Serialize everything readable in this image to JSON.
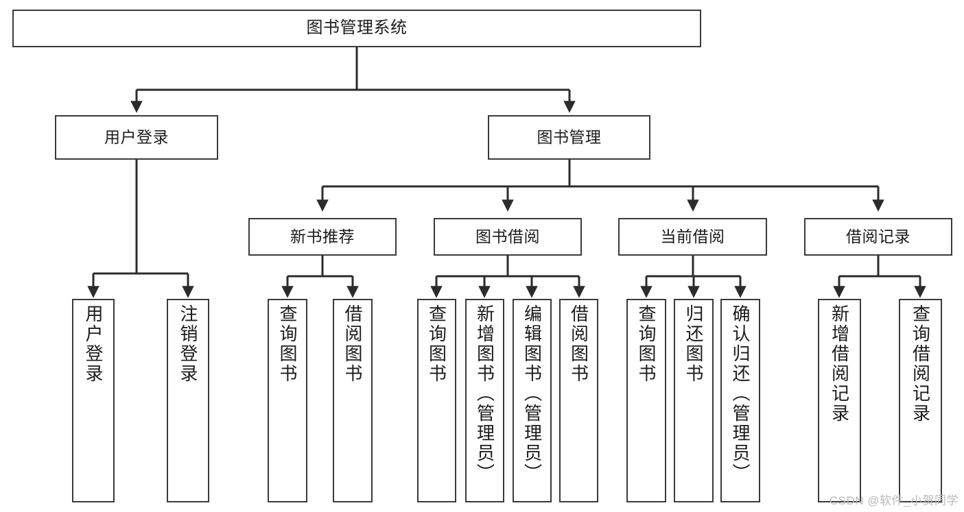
{
  "diagram": {
    "title": "图书管理系统",
    "type": "tree-hierarchy-chart",
    "colors": {
      "box_border": "#3a3a3a",
      "box_fill": "#ffffff",
      "edge": "#2b2b2b",
      "text": "#1b1b1b",
      "watermark": "#b9b9b9"
    },
    "watermark": "CSDN @软件_小贺同学"
  },
  "nodes": {
    "root": {
      "label": "图书管理系统"
    },
    "level2": [
      {
        "label": "用户登录"
      },
      {
        "label": "图书管理"
      }
    ],
    "level3": [
      {
        "label": "新书推荐"
      },
      {
        "label": "图书借阅"
      },
      {
        "label": "当前借阅"
      },
      {
        "label": "借阅记录"
      }
    ],
    "leaves": {
      "user_login": [
        {
          "label": "用户登录"
        },
        {
          "label": "注销登录"
        }
      ],
      "new_book_recommend": [
        {
          "label": "查询图书"
        },
        {
          "label": "借阅图书"
        }
      ],
      "book_borrow": [
        {
          "label": "查询图书"
        },
        {
          "label": "新增图书（管理员）"
        },
        {
          "label": "编辑图书（管理员）"
        },
        {
          "label": "借阅图书"
        }
      ],
      "current_borrow": [
        {
          "label": "查询图书"
        },
        {
          "label": "归还图书"
        },
        {
          "label": "确认归还（管理员）"
        }
      ],
      "borrow_records": [
        {
          "label": "新增借阅记录"
        },
        {
          "label": "查询借阅记录"
        }
      ]
    }
  }
}
